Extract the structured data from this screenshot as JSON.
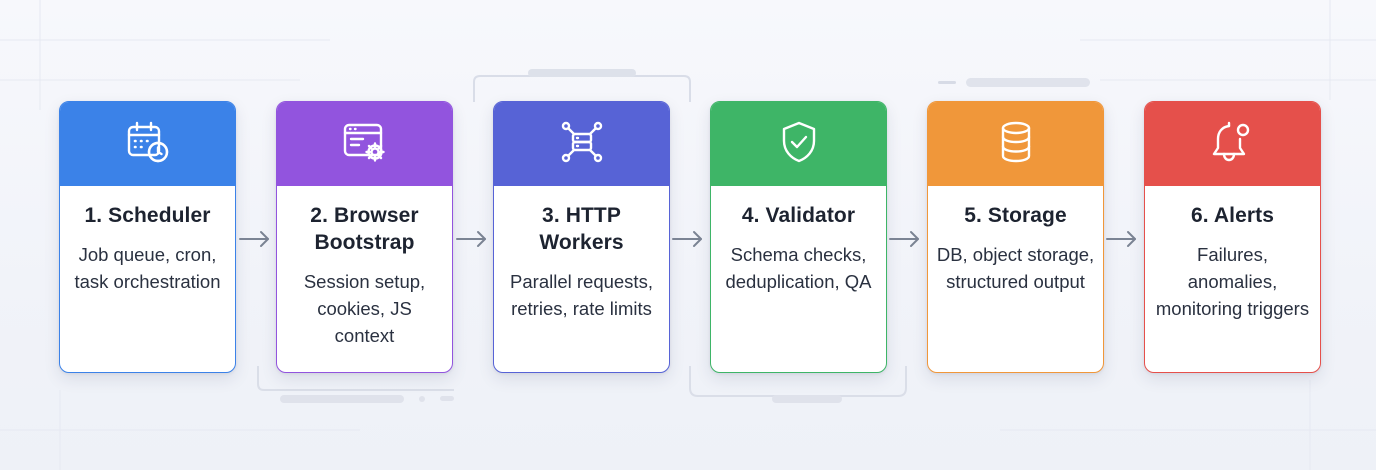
{
  "pipeline": {
    "stages": [
      {
        "title": "1. Scheduler",
        "description": "Job queue, cron, task orchestration",
        "icon": "calendar-clock-icon",
        "color": "#3b82e8"
      },
      {
        "title": "2. Browser Bootstrap",
        "description": "Session setup, cookies, JS context",
        "icon": "browser-gear-icon",
        "color": "#9254de"
      },
      {
        "title": "3. HTTP Workers",
        "description": "Parallel requests, retries, rate limits",
        "icon": "network-server-icon",
        "color": "#5763d6"
      },
      {
        "title": "4. Validator",
        "description": "Schema checks, deduplication, QA",
        "icon": "shield-check-icon",
        "color": "#3eb567"
      },
      {
        "title": "5. Storage",
        "description": "DB, object storage, structured output",
        "icon": "database-icon",
        "color": "#f0973a"
      },
      {
        "title": "6. Alerts",
        "description": "Failures, anomalies, monitoring triggers",
        "icon": "bell-alert-icon",
        "color": "#e5504b"
      }
    ],
    "arrow_color": "#7b8494"
  }
}
